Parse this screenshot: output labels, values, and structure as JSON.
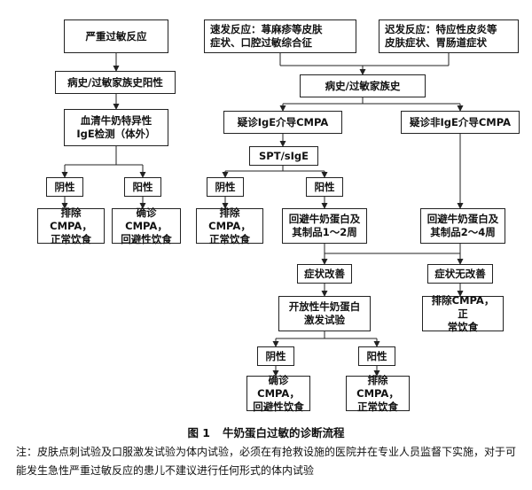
{
  "nodes": {
    "severe": "严重过敏反应",
    "immediate": "速发反应：荨麻疹等皮肤\n症状、口腔过敏综合征",
    "delayed": "迟发反应：特应性皮炎等\n皮肤症状、胃肠道症状",
    "hist_pos": "病史/过敏家族史阳性",
    "hist": "病史/过敏家族史",
    "serum_ige": "血清牛奶特异性\nIgE检测（体外）",
    "suspect_ige": "疑诊IgE介导CMPA",
    "suspect_non_ige": "疑诊非IgE介导CMPA",
    "spt": "SPT/sIgE",
    "neg1": "阴性",
    "pos1": "阳性",
    "neg2": "阴性",
    "pos2": "阳性",
    "exclude1": "排除CMPA，\n正常饮食",
    "confirm1": "确诊CMPA，\n回避性饮食",
    "exclude2": "排除CMPA，\n正常饮食",
    "avoid_1_2": "回避牛奶蛋白及\n其制品1～2周",
    "avoid_2_4": "回避牛奶蛋白及\n其制品2～4周",
    "improve": "症状改善",
    "no_improve": "症状无改善",
    "open_challenge": "开放性牛奶蛋白\n激发试验",
    "exclude3": "排除CMPA，正\n常饮食",
    "neg3": "阴性",
    "pos3": "阳性",
    "confirm2": "确诊CMPA，\n回避性饮食",
    "exclude4": "排除CMPA，\n正常饮食"
  },
  "caption": {
    "fig_no": "图 1",
    "title": "牛奶蛋白过敏的诊断流程"
  },
  "note": "注：皮肤点刺试验及口服激发试验为体内试验，必须在有抢救设施的医院并在专业人员监督下实施，对于可能发生急性严重过敏反应的患儿不建议进行任何形式的体内试验"
}
